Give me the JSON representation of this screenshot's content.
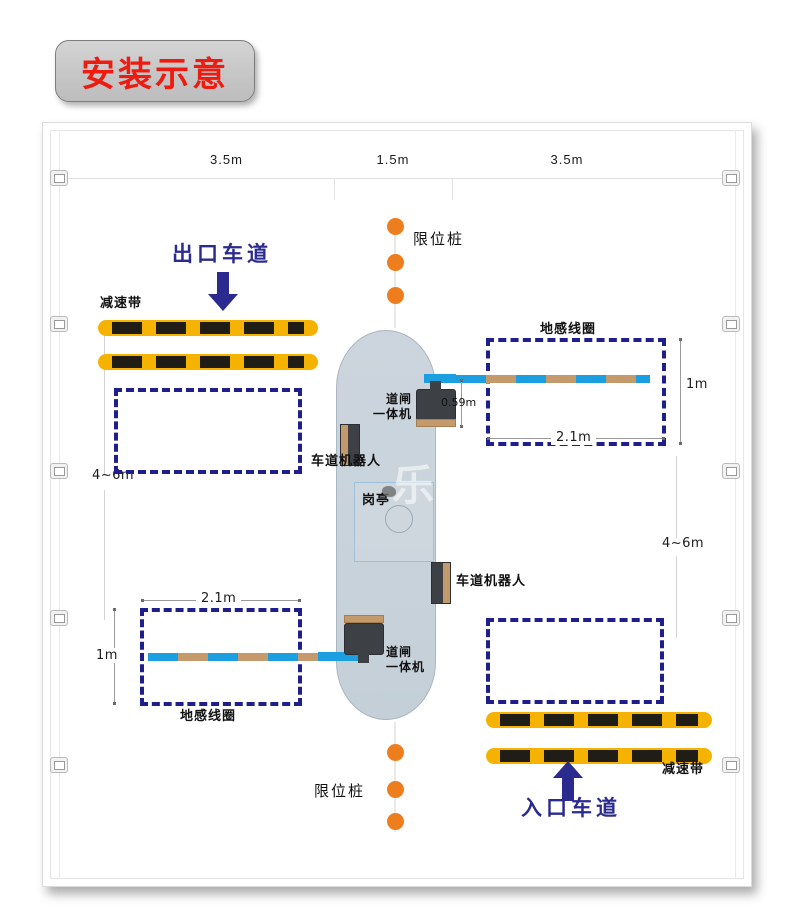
{
  "title_badge": {
    "text": "安装示意"
  },
  "top_dimensions": [
    {
      "label": "3.5m"
    },
    {
      "label": "1.5m"
    },
    {
      "label": "3.5m"
    }
  ],
  "lanes": {
    "exit": {
      "label": "出口车道",
      "arrow": "arrow-down"
    },
    "entrance": {
      "label": "入口车道",
      "arrow": "arrow-up"
    }
  },
  "limit_posts": {
    "top_label": "限位桩",
    "bottom_label": "限位桩",
    "dot_count_top": 3,
    "dot_count_bottom": 3,
    "dot_color": "#ee7d1e"
  },
  "speed_bumps": {
    "top_label": "减速带",
    "bottom_label": "减速带",
    "colors": {
      "yellow": "#f5b300",
      "black": "#201c16"
    }
  },
  "island": {
    "booth_label": "岗亭"
  },
  "gate_machines": [
    {
      "label_line1": "道闸",
      "label_line2": "一体机",
      "position": "top"
    },
    {
      "label_line1": "道闸",
      "label_line2": "一体机",
      "position": "bottom"
    }
  ],
  "lane_robots": [
    {
      "label": "车道机器人",
      "position": "upper-left"
    },
    {
      "label": "车道机器人",
      "position": "lower-right"
    }
  ],
  "induction_loops": [
    {
      "label": "地感线圈",
      "position": "top-right",
      "width_label": "2.1m",
      "height_label": "1m"
    },
    {
      "label": "地感线圈",
      "position": "bottom-left",
      "width_label": "2.1m",
      "height_label": "1m"
    }
  ],
  "gate_height_dimension": {
    "label": "0.59m"
  },
  "side_dimensions": [
    {
      "label": "4~6m",
      "position": "left"
    },
    {
      "label": "4~6m",
      "position": "right"
    }
  ],
  "colors": {
    "lane_text": "#2a2a8f",
    "loop_dash": "#1f1f8c",
    "title_text": "#ee1b11",
    "boom_blue": "#1b9fe0",
    "boom_tan": "#c4996b",
    "island_fill": "#c9d3db"
  },
  "watermark": {
    "text": "乐"
  }
}
